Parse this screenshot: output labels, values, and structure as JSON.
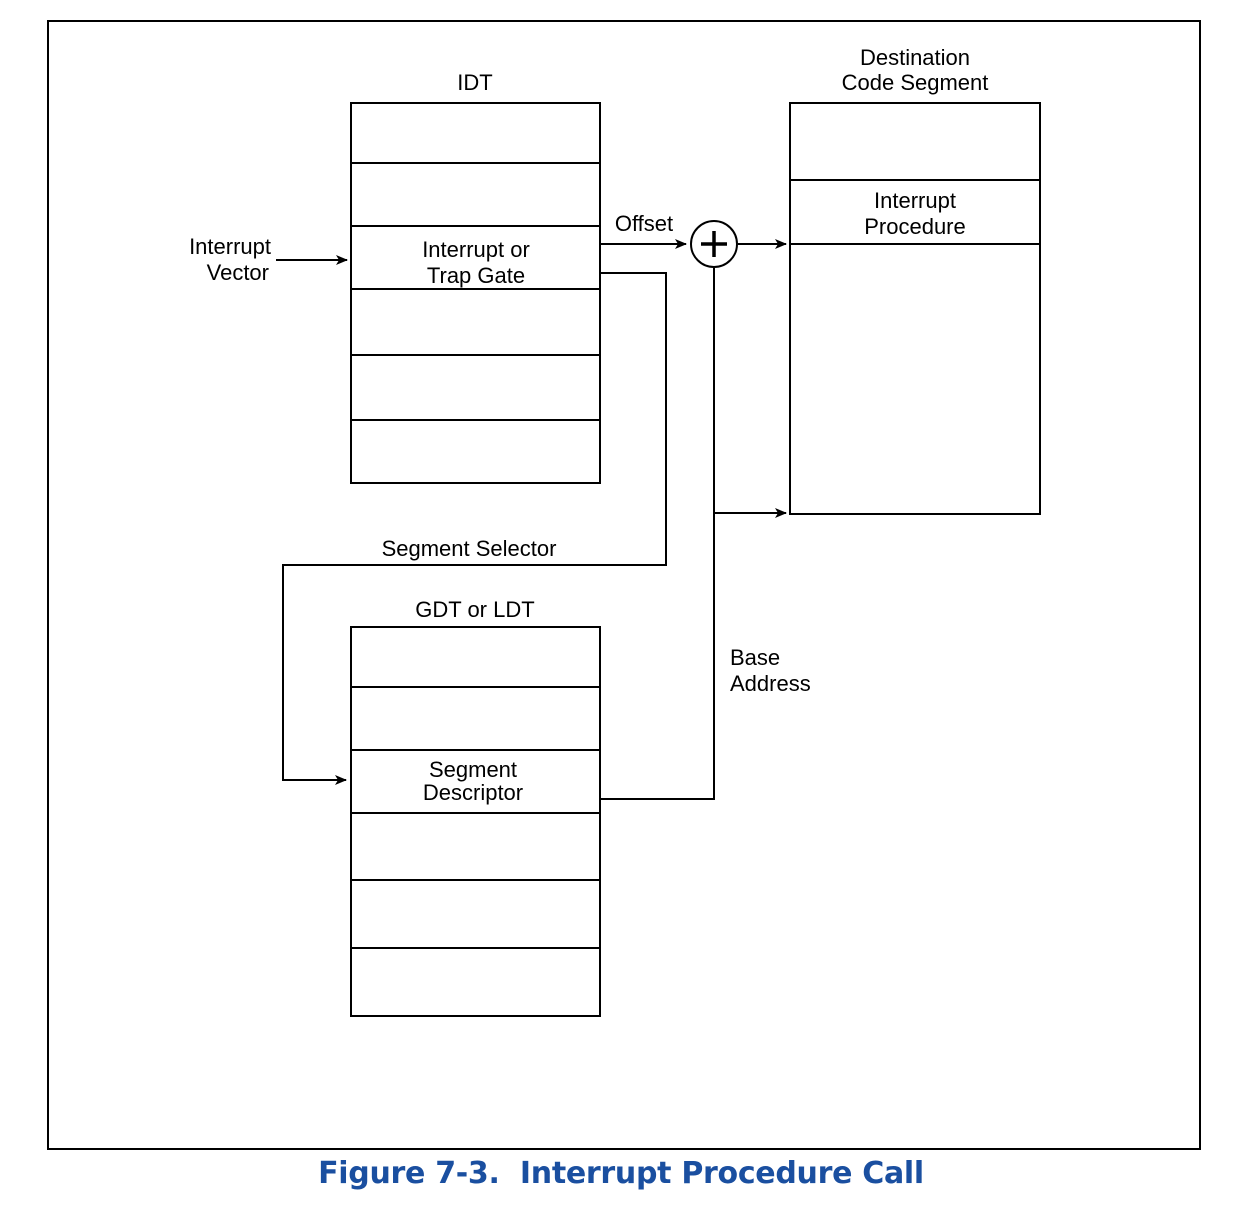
{
  "figure": {
    "number": "Figure 7-3.",
    "title": "Interrupt Procedure Call",
    "caption_color": "#1a4fa0"
  },
  "idt": {
    "title": "IDT",
    "gate_line1": "Interrupt or",
    "gate_line2": "Trap Gate"
  },
  "gdt": {
    "title": "GDT or LDT",
    "descriptor_line1": "Segment",
    "descriptor_line2": "Descriptor"
  },
  "destination": {
    "title_line1": "Destination",
    "title_line2": "Code Segment",
    "procedure_line1": "Interrupt",
    "procedure_line2": "Procedure"
  },
  "labels": {
    "interrupt_vector_line1": "Interrupt",
    "interrupt_vector_line2": "Vector",
    "offset": "Offset",
    "segment_selector": "Segment Selector",
    "base_address_line1": "Base",
    "base_address_line2": "Address"
  },
  "icons": {
    "adder": "plus-circle-icon"
  }
}
